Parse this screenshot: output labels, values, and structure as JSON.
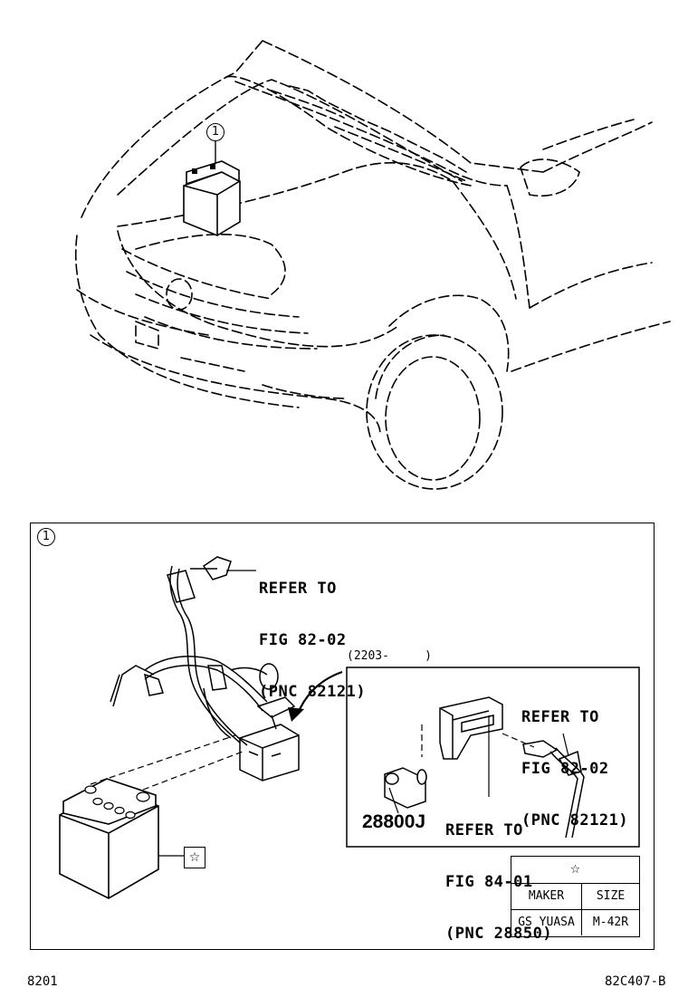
{
  "callouts": {
    "item1": "1"
  },
  "detail": {
    "refer1": {
      "line1": "REFER TO",
      "line2": "FIG 82-02",
      "line3": "(PNC 82121)"
    },
    "date_range": "(2203-     )",
    "refer2": {
      "line1": "REFER TO",
      "line2": "FIG 82-02",
      "line3": "(PNC 82121)"
    },
    "refer3": {
      "line1": "REFER TO",
      "line2": "FIG 84-01",
      "line3": "(PNC 28850)"
    },
    "part_number": "28800J",
    "star_symbol": "☆"
  },
  "spec_table": {
    "header": "☆",
    "col1_head": "MAKER",
    "col2_head": "SIZE",
    "col1_value": "GS YUASA",
    "col2_value": "M-42R"
  },
  "footer": {
    "left_code": "8201",
    "right_code": "82C407-B"
  }
}
